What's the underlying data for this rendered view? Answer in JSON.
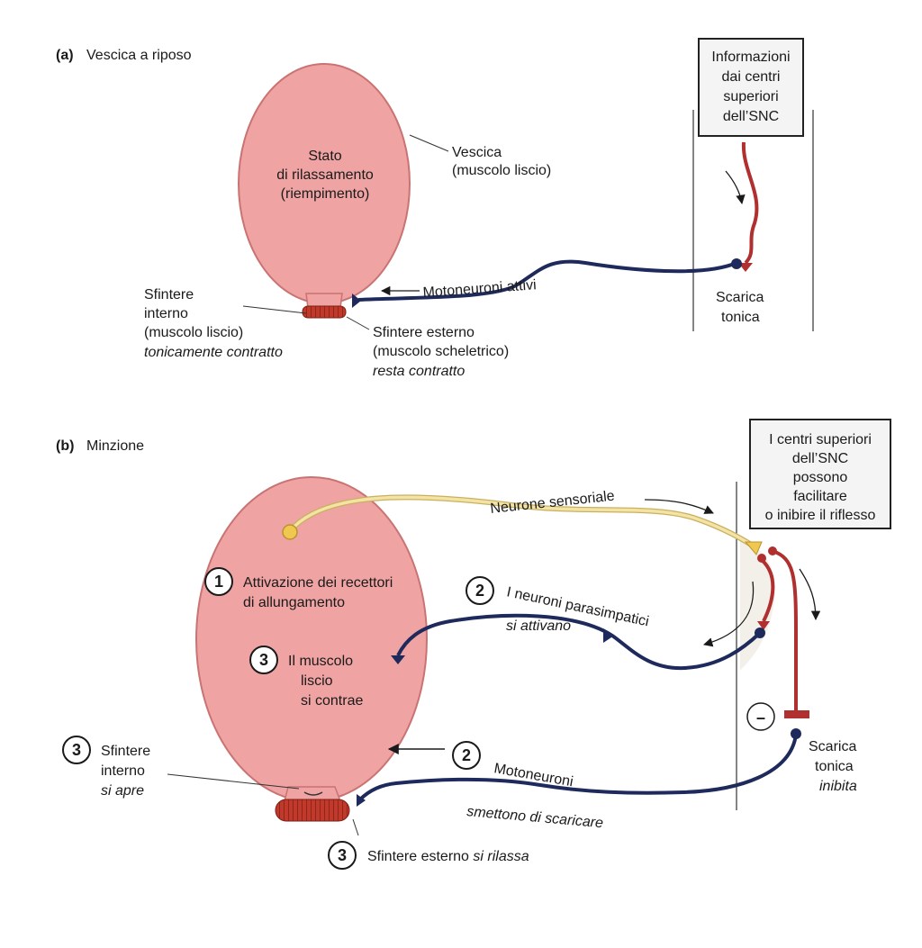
{
  "colors": {
    "bladder": "#f0a3a3",
    "bladder_stroke": "#c97373",
    "sphincter": "#c0392b",
    "motor_neuron": "#1f2a5c",
    "cns_neuron": "#b03030",
    "sensory_neuron": "#f3e3a5",
    "sensory_stroke": "#c9b061",
    "box_fill": "#f4f4f4"
  },
  "panel_a": {
    "letter": "(a)",
    "title": "Vescica a riposo",
    "bladder_line1": "Stato",
    "bladder_line2": "di rilassamento",
    "bladder_line3": "(riempimento)",
    "vescica_line1": "Vescica",
    "vescica_line2": "(muscolo liscio)",
    "cns_box_line1": "Informazioni",
    "cns_box_line2": "dai centri",
    "cns_box_line3": "superiori",
    "cns_box_line4": "dell’SNC",
    "motoneuroni": "Motoneuroni attivi",
    "scarica_line1": "Scarica",
    "scarica_line2": "tonica",
    "int_sph_line1": "Sfintere",
    "int_sph_line2": "interno",
    "int_sph_line3": "(muscolo liscio)",
    "int_sph_line4": "tonicamente contratto",
    "ext_sph_line1": "Sfintere esterno",
    "ext_sph_line2": "(muscolo scheletrico)",
    "ext_sph_line3": "resta contratto"
  },
  "panel_b": {
    "letter": "(b)",
    "title": "Minzione",
    "cns_box_line1": "I  centri superiori",
    "cns_box_line2": "dell’SNC",
    "cns_box_line3": "possono",
    "cns_box_line4": "facilitare",
    "cns_box_line5": "o inibire il riflesso",
    "sensory": "Neurone sensoriale",
    "step1_num": "1",
    "step1_line1": "Attivazione dei recettori",
    "step1_line2": "di allungamento",
    "step2a_num": "2",
    "step2a_label": "I neuroni parasimpatici",
    "step2a_sub": "si attivano",
    "step3a_num": "3",
    "step3a_line1": "Il muscolo",
    "step3a_line2": "liscio",
    "step3a_line3": "si contrae",
    "step2b_num": "2",
    "motoneuroni": "Motoneuroni",
    "motoneuroni_sub": "smettono di scaricare",
    "step3b_num": "3",
    "int_sph_line1": "Sfintere",
    "int_sph_line2": "interno",
    "int_sph_line3": "si apre",
    "step3c_num": "3",
    "ext_sph_text": "Sfintere esterno ",
    "ext_sph_ital": "si rilassa",
    "minus": "–",
    "scarica_line1": "Scarica",
    "scarica_line2": "tonica",
    "scarica_line3": "inibita"
  }
}
